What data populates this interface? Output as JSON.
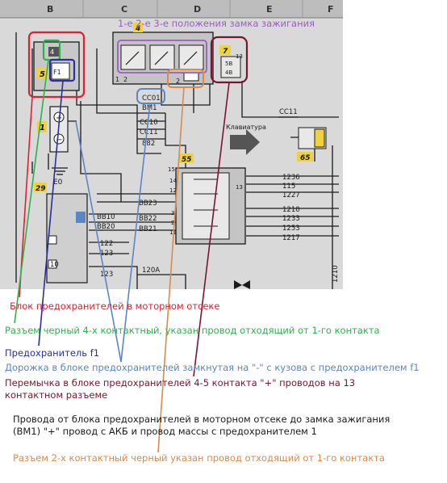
{
  "grid": {
    "columns": [
      "B",
      "C",
      "D",
      "E",
      "F"
    ]
  },
  "components": {
    "fuse_block": "5",
    "f1": "F1",
    "connector4": "4",
    "c1": "1",
    "battery_plus": "+",
    "battery_minus": "−",
    "ground": "E0",
    "relay7": "7",
    "relay7_pin_a": "5B",
    "relay7_pin_b": "4B",
    "relay7_pin_c": "13",
    "ignition_block": "4",
    "pin1": "1",
    "pin2": "2",
    "pin2b": "2",
    "b55": "55",
    "b65": "65",
    "b29": "29",
    "keyboard": "Клавиатура",
    "pin13": "13"
  },
  "wires": {
    "cc01": "CC01",
    "bm1": "BM1",
    "cc10": "CC10",
    "cc11": "CC11",
    "w882": "882",
    "cc11_right": "CC11",
    "w1236": "1236",
    "w115": "115",
    "w1227": "1227",
    "w1210": "1210",
    "w1233": "1233",
    "w1253": "1253",
    "w1217": "1217",
    "bb10": "BB10",
    "bb20": "BB20",
    "bb23": "BB23",
    "bb22": "BB22",
    "bb21": "BB21",
    "w10": "10",
    "w122": "122",
    "w123a": "123",
    "w123b": "123",
    "w120a": "120A",
    "w1210v": "1210",
    "w15": "15"
  },
  "pins_55": [
    "14",
    "12",
    "3",
    "2",
    "11"
  ],
  "annotations": {
    "top": "1-е 2-е 3-е положения замка зажигания",
    "fuse_block": "Блок предохранителей в моторном отсеке",
    "connector4": "Разъем черный 4-х контактный, указан провод отходящий от 1-го контакта",
    "f1": "Предохранитель f1",
    "track": "Дорожка в блоке предохранителей замкнутая на \"-\" с кузова с предохранителем f1",
    "jumper": "Перемычка в блоке предохранителей 4-5 контакта \"+\" проводов на 13 контактном разъеме",
    "wires": "Провода от блока предохранителей в моторном отсеке до замка зажигания (BM1) \"+\" провод с АКБ и провод массы с предохранителем 1",
    "connector2": "Разъем 2-х контактный черный указан провод отходящий от 1-го контакта"
  },
  "colors": {
    "red": "#e0202e",
    "green": "#2bb24c",
    "navy": "#2a2f9e",
    "steel": "#5b86c4",
    "maroon": "#7a1430",
    "orange": "#d98a4c",
    "purple": "#9a5cc4",
    "yellow": "#f0d23c",
    "black": "#1a1a1a",
    "paper": "#d9d9d9"
  }
}
